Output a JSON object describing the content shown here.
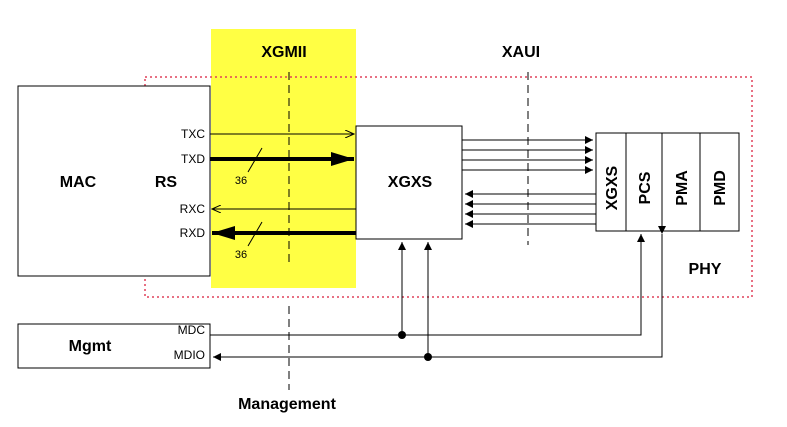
{
  "colors": {
    "xgmii_band": "#ffff44",
    "phy_border": "#e0405a",
    "line": "#000000"
  },
  "labels": {
    "xgmii": "XGMII",
    "xaui": "XAUI",
    "mac": "MAC",
    "rs": "RS",
    "xgxs_center": "XGXS",
    "phy": "PHY",
    "mgmt": "Mgmt",
    "management": "Management",
    "txc": "TXC",
    "txd": "TXD",
    "rxc": "RXC",
    "rxd": "RXD",
    "width_tx": "36",
    "width_rx": "36",
    "mdc": "MDC",
    "mdio": "MDIO",
    "phy_sublayers": [
      "XGXS",
      "PCS",
      "PMA",
      "PMD"
    ]
  }
}
